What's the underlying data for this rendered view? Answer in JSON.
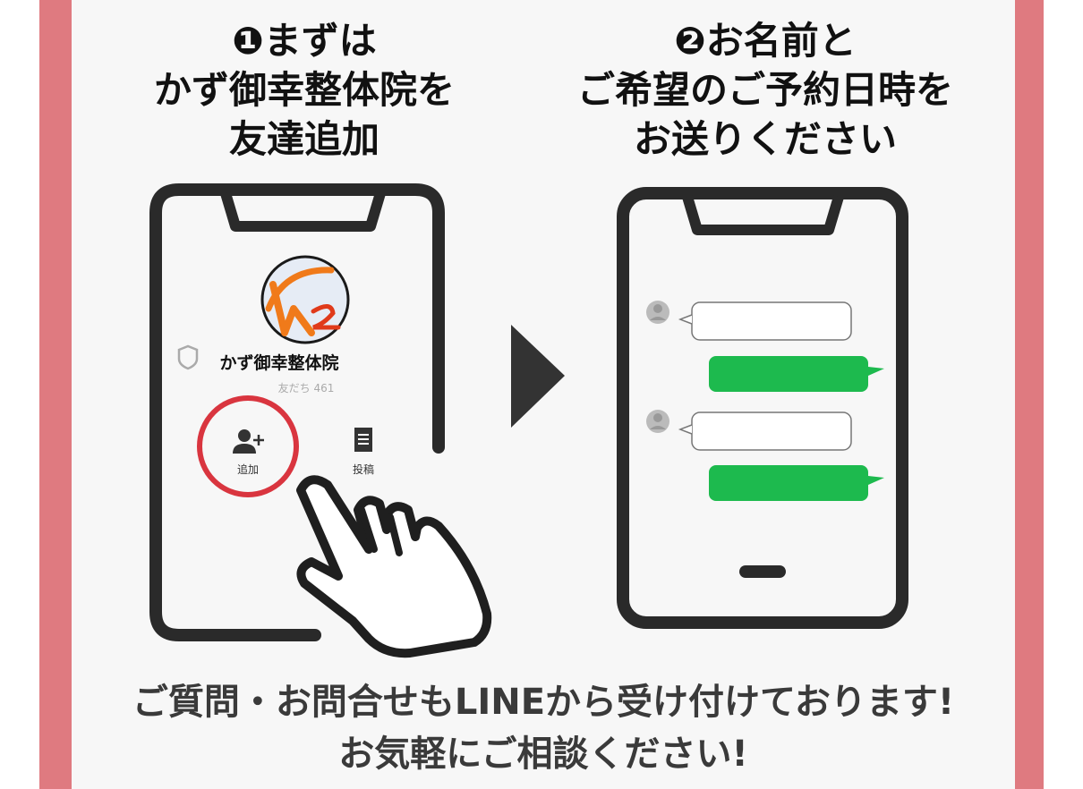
{
  "step1": {
    "title_lines": [
      "❶まずは",
      "かず御幸整体院を",
      "友達追加"
    ],
    "profile_name": "かず御幸整体院",
    "friends_count": "友だち 461",
    "add_label": "追加",
    "post_label": "投稿"
  },
  "step2": {
    "title_lines": [
      "❷お名前と",
      "ご希望のご予約日時を",
      "お送りください"
    ]
  },
  "footer": {
    "line1": "ご質問・お問合せもLINEから受け付けております!",
    "line2": "お気軽にご相談ください!"
  },
  "colors": {
    "frame": "#df7a80",
    "panel": "#f7f7f7",
    "chat_green": "#1dba4e",
    "add_circle": "#d9353f",
    "logo_orange": "#f07a1a"
  },
  "icons": [
    "shield-icon",
    "add-friend-icon",
    "post-icon",
    "arrow-right-icon",
    "pointing-hand-icon",
    "avatar-icon"
  ]
}
